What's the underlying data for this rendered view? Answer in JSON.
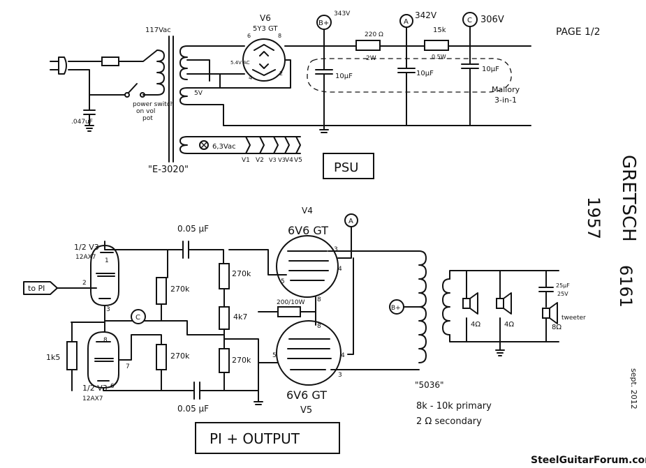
{
  "page": {
    "label": "PAGE 1/2"
  },
  "title": {
    "brand": "GRETSCH",
    "year": "1957",
    "model": "6161",
    "date": "sept. 2012"
  },
  "psu": {
    "section_label": "PSU",
    "transformer": "\"E-3020\"",
    "primary_voltage": "117Vac",
    "hv_secondary": "5V",
    "rect_fil_label": "5.4V AC",
    "heater_winding": "6,3Vac",
    "heater_taps": [
      "V1",
      "V2",
      "V3 V3",
      "V4",
      "V5"
    ],
    "cap_047": ".047uF",
    "switch_label": [
      "power switch",
      "on vol",
      "pot"
    ],
    "rectifier": {
      "name": "V6",
      "type": "5Y3 GT",
      "pins": [
        "6",
        "8",
        "4",
        "2"
      ]
    },
    "nodes": [
      {
        "id": "B+",
        "voltage": "343V"
      },
      {
        "id": "A",
        "voltage": "342V"
      },
      {
        "id": "C",
        "voltage": "306V"
      }
    ],
    "resistors": [
      {
        "value": "220 Ω",
        "power": "2W"
      },
      {
        "value": "15k",
        "power": "0.5W"
      }
    ],
    "caps": [
      "10µF",
      "10µF",
      "10µF"
    ],
    "can_cap": [
      "Mallory",
      "3-in-1"
    ]
  },
  "output": {
    "section_label": "PI + OUTPUT",
    "v3_top": {
      "name": "1/2 V3",
      "type": "12AX7",
      "pins": [
        "1",
        "2",
        "3"
      ]
    },
    "v3_bottom": {
      "name": "1/2 V3",
      "type": "12AX7",
      "pins": [
        "8",
        "7",
        "6"
      ]
    },
    "input_tag": "to PI",
    "coupling_caps": [
      "0.05 µF",
      "0.05 µF"
    ],
    "resistors": [
      "270k",
      "270k",
      "270k",
      "270k",
      "4k7",
      "1k5"
    ],
    "screen_resistor": "200/10W",
    "node_c": "C",
    "node_a": "A",
    "node_bplus": "B+",
    "v4": {
      "name": "V4",
      "type": "6V6 GT",
      "pins": [
        "3",
        "4",
        "5",
        "8"
      ]
    },
    "v5": {
      "name": "V5",
      "type": "6V6 GT",
      "pins": [
        "8",
        "5",
        "4",
        "3"
      ]
    },
    "ot_label": "\"5036\"",
    "ot_spec": [
      "8k - 10k primary",
      "2 Ω secondary"
    ],
    "speakers": [
      "4Ω",
      "4Ω",
      "8Ω"
    ],
    "tweeter_cap": [
      "25µF",
      "25V"
    ],
    "tweeter_label": "tweeter"
  },
  "watermark": "SteelGuitarForum.com"
}
